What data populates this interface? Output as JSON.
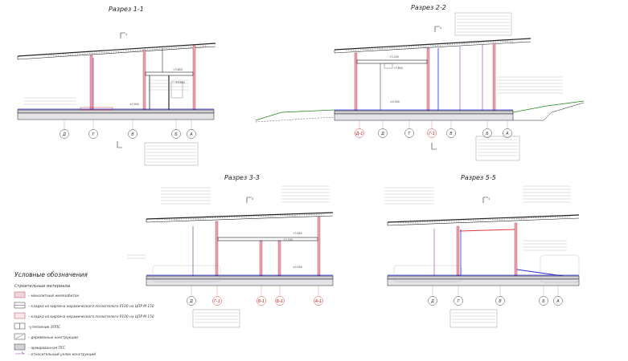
{
  "sections": [
    {
      "title": "Разрез 1-1",
      "axes": [
        {
          "label": "Д",
          "red": false
        },
        {
          "label": "Г",
          "red": false
        },
        {
          "label": "В",
          "red": false
        },
        {
          "label": "Б",
          "red": false
        },
        {
          "label": "А",
          "red": false
        }
      ],
      "marks": [
        "±0.000",
        "+3.850",
        "+3.000"
      ]
    },
    {
      "title": "Разрез 2-2",
      "axes": [
        {
          "label": "Д-1",
          "red": true
        },
        {
          "label": "Д",
          "red": false
        },
        {
          "label": "Г",
          "red": false
        },
        {
          "label": "Г-1",
          "red": true
        },
        {
          "label": "В",
          "red": false
        },
        {
          "label": "Б",
          "red": false
        },
        {
          "label": "А",
          "red": false
        }
      ],
      "marks": [
        "±0.000",
        "+3.200",
        "+3.850"
      ]
    },
    {
      "title": "Разрез 3-3",
      "axes": [
        {
          "label": "Д",
          "red": false
        },
        {
          "label": "Г-1",
          "red": true
        },
        {
          "label": "В-1",
          "red": true
        },
        {
          "label": "Б-1",
          "red": true
        },
        {
          "label": "А-1",
          "red": true
        }
      ],
      "marks": [
        "±0.000",
        "+3.850",
        "+3.200"
      ]
    },
    {
      "title": "Разрез 5-5",
      "axes": [
        {
          "label": "Д",
          "red": false
        },
        {
          "label": "Г",
          "red": false
        },
        {
          "label": "В",
          "red": false
        },
        {
          "label": "Б",
          "red": false
        },
        {
          "label": "А",
          "red": false
        }
      ],
      "marks": []
    }
  ],
  "cut_mark": "4",
  "legend": {
    "title": "Условные обозначения",
    "subtitle": "Строительные материалы",
    "items": [
      {
        "text": "– монолитный железобетон",
        "swatch": "rc"
      },
      {
        "text": "– кладка из кирпича керамического полнотелого Р100 на ЦПР М 150",
        "swatch": "brick1"
      },
      {
        "text": "– кладка из кирпича керамического полнотелого Р100 на ЦПР М 150",
        "swatch": "brick2"
      },
      {
        "text": "–утепление ЭППС",
        "swatch": "xps"
      },
      {
        "text": "– деревянные конструкции",
        "swatch": "wood"
      },
      {
        "text": "– армированная ПГС",
        "swatch": "pgs"
      },
      {
        "text": "– относительный уклон конструкций",
        "swatch": "slope"
      }
    ]
  },
  "colors": {
    "line": "#2a2a2a",
    "red": "#e03a3a",
    "blue": "#2b2be0",
    "green": "#1f8a1f",
    "purple": "#8a3aa8",
    "ground": "#cfcfd4"
  }
}
